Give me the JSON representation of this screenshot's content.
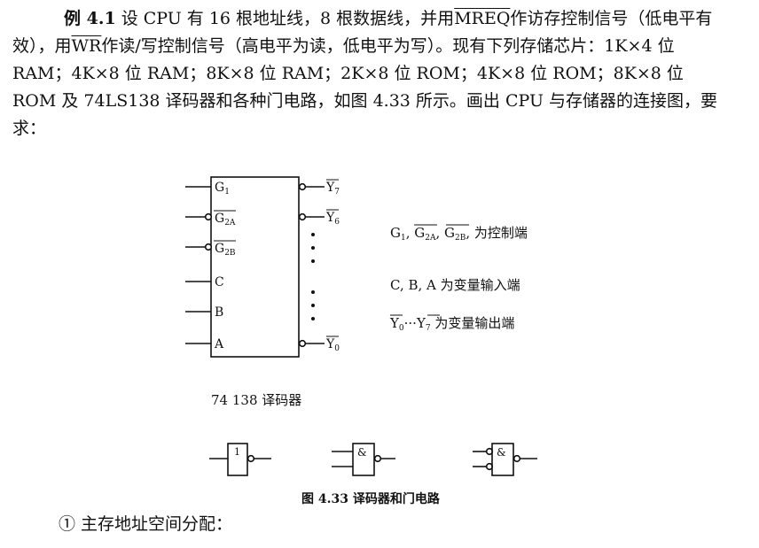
{
  "paragraph": {
    "example_label": "例 4.1",
    "part1": " 设 CPU 有 16 根地址线，8 根数据线，并用",
    "mreq": "MREQ",
    "part2": "作访存控制信号（低电平有效），用",
    "wr": "WR",
    "part3": "作读/写控制信号（高电平为读，低电平为写）。现有下列存储芯片：1K×4 位 RAM；4K×8 位 RAM；8K×8 位 RAM；2K×8 位 ROM；4K×8 位 ROM；8K×8 位 ROM 及 74LS138 译码器和各种门电路，如图 4.33 所示。画出 CPU 与存储器的连接图，要求："
  },
  "decoder": {
    "inputs": [
      {
        "name": "G",
        "sub": "1",
        "inverted": false
      },
      {
        "name": "G",
        "sub": "2A",
        "inverted": true
      },
      {
        "name": "G",
        "sub": "2B",
        "inverted": true
      },
      {
        "name": "C",
        "sub": "",
        "inverted": false
      },
      {
        "name": "B",
        "sub": "",
        "inverted": false
      },
      {
        "name": "A",
        "sub": "",
        "inverted": false
      }
    ],
    "outputs": [
      {
        "name": "Y",
        "sub": "7"
      },
      {
        "name": "Y",
        "sub": "6"
      },
      {
        "name": "Y",
        "sub": "0"
      }
    ],
    "caption": "74 138 译码器"
  },
  "notes": {
    "control": {
      "g1": "G",
      "g1_sub": "1",
      "g2a": "G",
      "g2a_sub": "2A",
      "g2b": "G",
      "g2b_sub": "2B",
      "suffix": "为控制端"
    },
    "inputs": "C, B, A 为变量输入端",
    "outputs": {
      "y0": "Y",
      "y0_sub": "0",
      "ellipsis": "···",
      "y7": "Y",
      "y7_sub": "7",
      "suffix": "为变量输出端"
    }
  },
  "gates": [
    {
      "symbol": "1",
      "type": "not"
    },
    {
      "symbol": "&",
      "type": "nand"
    },
    {
      "symbol": "&",
      "type": "nand-inverted-inputs"
    }
  ],
  "figure_caption": "图 4.33 译码器和门电路",
  "step": "① 主存地址空间分配："
}
